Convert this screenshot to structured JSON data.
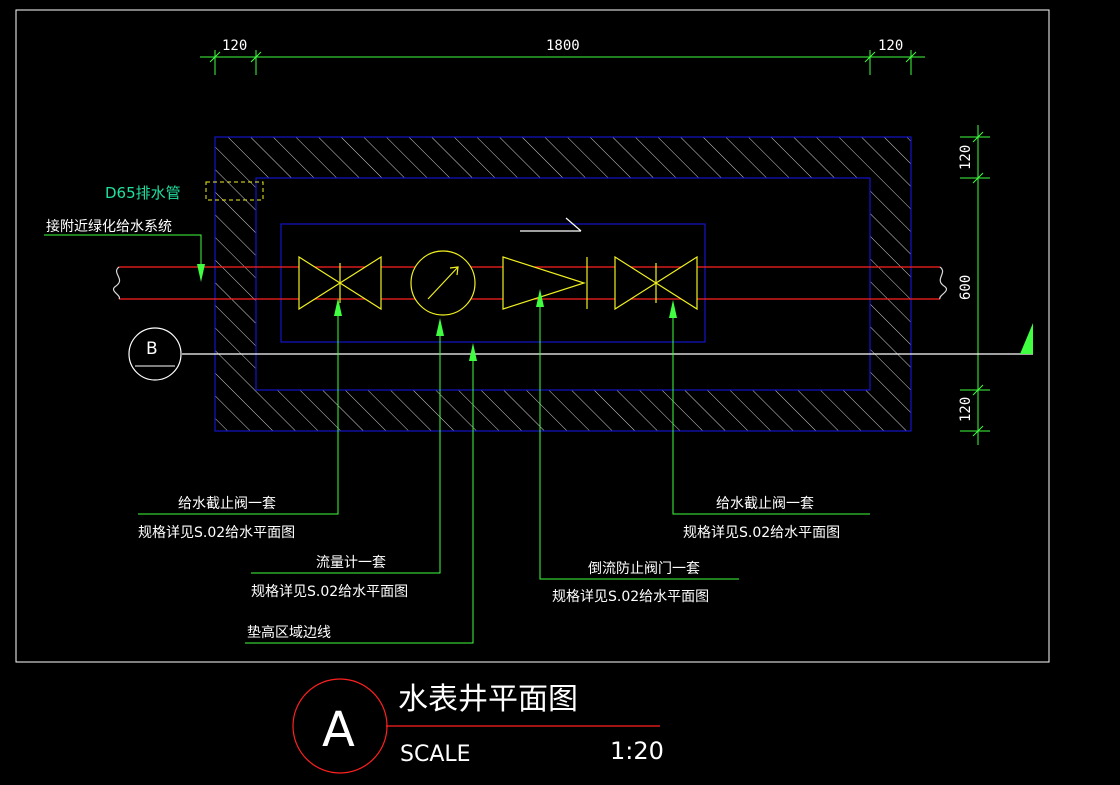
{
  "colors": {
    "background": "#000000",
    "frame": "#ffffff",
    "well": "#1414c8",
    "hatch": "#d8d8d8",
    "pipe": "#ff2020",
    "valve": "#f0f020",
    "leader": "#40ff40",
    "text": "#ffffff",
    "dimension_text": "#ffffff",
    "title_circle": "#ff2020",
    "drain": "#20e0a0"
  },
  "dimensions": {
    "top": [
      "120",
      "1800",
      "120"
    ],
    "right": [
      "120",
      "600",
      "120"
    ]
  },
  "labels": {
    "drain_pipe": "D65排水管",
    "supply_connection": "接附近绿化给水系统",
    "valve_left_line1": "给水截止阀一套",
    "valve_left_line2": "规格详见S.02给水平面图",
    "flowmeter_line1": "流量计一套",
    "flowmeter_line2": "规格详见S.02给水平面图",
    "raised_area": "垫高区域边线",
    "backflow_line1": "倒流防止阀门一套",
    "backflow_line2": "规格详见S.02给水平面图",
    "valve_right_line1": "给水截止阀一套",
    "valve_right_line2": "规格详见S.02给水平面图",
    "axis_marker": "B"
  },
  "title_block": {
    "symbol": "A",
    "title": "水表井平面图",
    "scale_label": "SCALE",
    "scale_value": "1:20"
  },
  "icons": [
    "gate-valve-icon",
    "flow-meter-icon",
    "backflow-preventer-icon",
    "flow-direction-arrow-icon",
    "axis-bubble-icon"
  ]
}
